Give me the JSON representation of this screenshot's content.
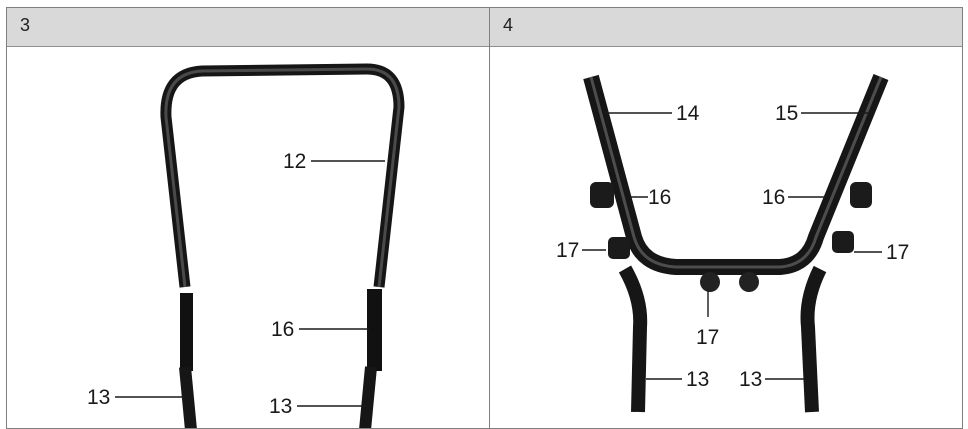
{
  "panels": [
    {
      "step": "3",
      "callouts": {
        "handle_top": "12",
        "knob": "16",
        "lower_left": "13",
        "lower_right": "13"
      }
    },
    {
      "step": "4",
      "callouts": {
        "left_tube": "14",
        "right_tube": "15",
        "left_lever": "16",
        "right_lever": "16",
        "left_bolt": "17",
        "right_bolt": "17",
        "bottom_bolt": "17",
        "lower_left": "13",
        "lower_right": "13"
      }
    }
  ],
  "colors": {
    "tube": "#161616",
    "header": "#d9d9d9",
    "border": "#7f7f7f"
  }
}
